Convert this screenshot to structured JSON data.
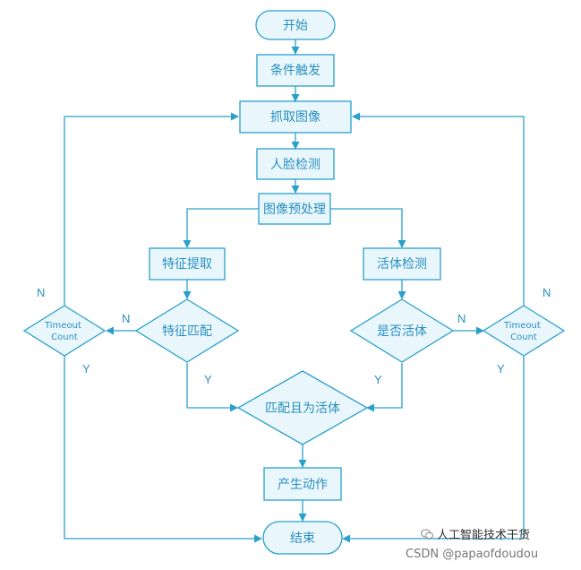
{
  "nodes": {
    "start": "开始",
    "trigger": "条件触发",
    "capture": "抓取图像",
    "face_detect": "人脸检测",
    "preprocess": "图像预处理",
    "feature_extract": "特征提取",
    "liveness_detect": "活体检测",
    "feature_match": "特征匹配",
    "is_live": "是否活体",
    "timeout_left": "Timeout Count",
    "timeout_right": "Timeout Count",
    "match_and_live": "匹配且为活体",
    "action": "产生动作",
    "end": "结束"
  },
  "edge_labels": {
    "match_no": "N",
    "match_yes": "Y",
    "live_no": "N",
    "live_yes": "Y",
    "timeout_left_no": "N",
    "timeout_left_yes": "Y",
    "timeout_right_no": "N",
    "timeout_right_yes": "Y"
  },
  "watermark": {
    "line1": "人工智能技术干货",
    "line2": "CSDN @papaofdoudou"
  },
  "colors": {
    "stroke": "#2aa0cc",
    "fill": "#e9f7fc",
    "text": "#2a8fc0"
  }
}
